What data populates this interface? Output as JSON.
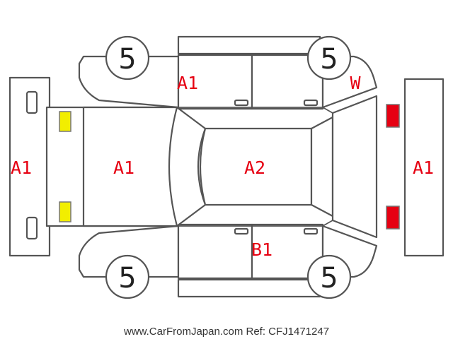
{
  "colors": {
    "damage_code": "#e60012",
    "outline": "#555555",
    "yellow_marker": "#f2ee00",
    "red_marker": "#e60012"
  },
  "codes": {
    "front_bumper": "A1",
    "hood": "A1",
    "roof": "A2",
    "rear_bumper": "A1",
    "left_rear_door": "A1",
    "left_rear_quarter": "W",
    "right_rear_door": "B1"
  },
  "wheels": {
    "front_left": "5",
    "rear_left": "5",
    "front_right": "5",
    "rear_right": "5"
  },
  "markers": {
    "headlights": "yellow",
    "taillights": "red"
  },
  "footer": {
    "text": "www.CarFromJapan.com Ref: CFJ1471247"
  }
}
